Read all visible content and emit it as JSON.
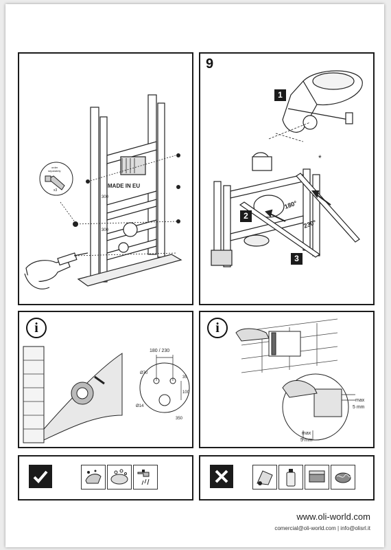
{
  "panel_frame": {
    "brand_text": "MADE IN EU",
    "height_marks": [
      "300",
      "300"
    ],
    "callout": {
      "line1": "order",
      "line2": "separately",
      "qty": "x3"
    }
  },
  "panel_step9": {
    "step_number": "9",
    "labels": [
      "1",
      "2",
      "3"
    ],
    "angles": [
      "180°",
      "230°"
    ],
    "asterisk": "*"
  },
  "panel_info_left": {
    "info_symbol": "i",
    "dims": {
      "spacing": "180 / 230",
      "d70": "Ø70",
      "d14": "Ø14",
      "d350": "350",
      "h35": "35",
      "h100": "100"
    }
  },
  "panel_info_right": {
    "info_symbol": "i",
    "max1": "max",
    "max1_val": "5 mm",
    "max2": "max",
    "max2_val": "5 mm"
  },
  "footer": {
    "url": "www.oli-world.com",
    "contact": "comercial@oli-world.com | info@olisrl.it"
  },
  "icons": {
    "ok": "check-icon",
    "not_ok": "cross-icon",
    "ok_tools": [
      "cloth-icon",
      "sponge-icon",
      "water-tap-icon"
    ],
    "bad_tools": [
      "abrasive-icon",
      "detergent-bottle-icon",
      "scouring-pad-icon",
      "steel-wool-icon"
    ]
  }
}
